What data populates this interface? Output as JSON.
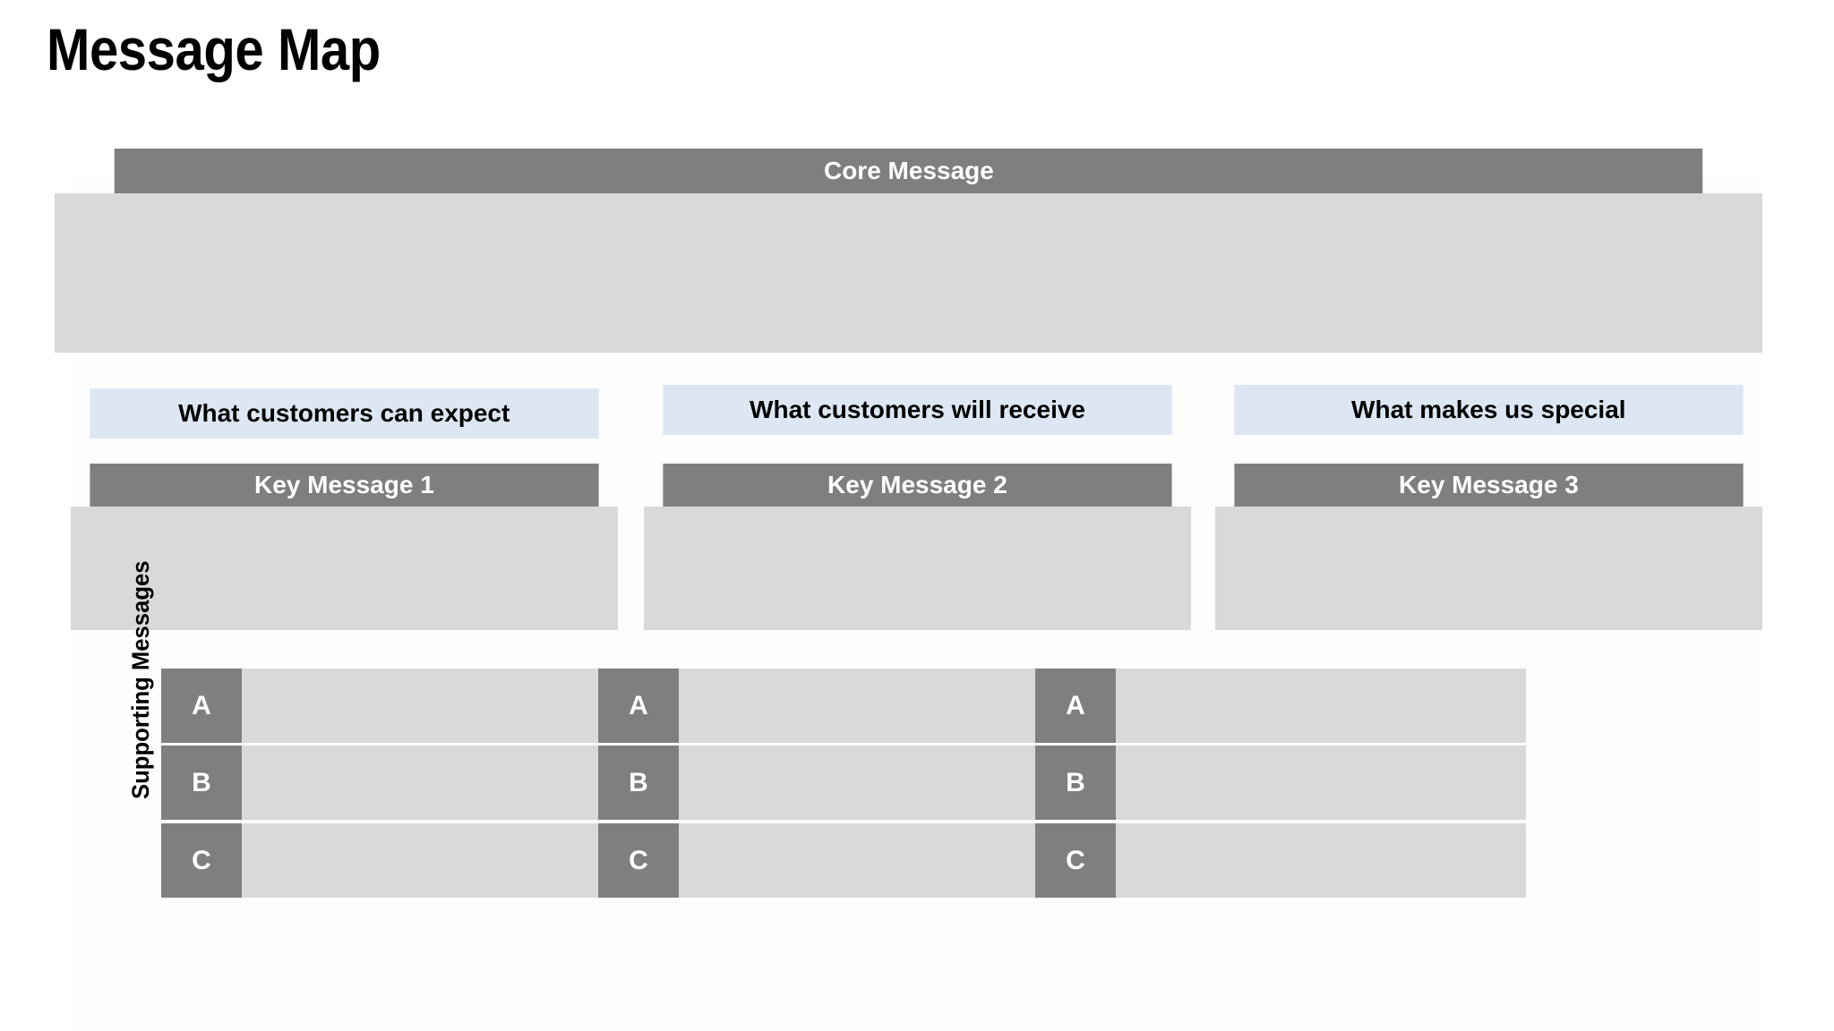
{
  "page": {
    "title": "Message Map",
    "background_color": "#ffffff"
  },
  "palette": {
    "header_gray": "#7f7f7f",
    "body_gray": "#d9d9d9",
    "header_blue": "#dce7f3",
    "text_white": "#ffffff",
    "text_black": "#000000"
  },
  "core": {
    "header_label": "Core Message",
    "body_text": ""
  },
  "columns": [
    {
      "audience_label": "What customers can expect",
      "key_label": "Key Message 1",
      "key_body_text": "",
      "supporting": [
        {
          "badge": "A",
          "text": ""
        },
        {
          "badge": "B",
          "text": ""
        },
        {
          "badge": "C",
          "text": ""
        }
      ]
    },
    {
      "audience_label": "What customers will receive",
      "key_label": "Key Message 2",
      "key_body_text": "",
      "supporting": [
        {
          "badge": "A",
          "text": ""
        },
        {
          "badge": "B",
          "text": ""
        },
        {
          "badge": "C",
          "text": ""
        }
      ]
    },
    {
      "audience_label": "What makes us special",
      "key_label": "Key Message 3",
      "key_body_text": "",
      "supporting": [
        {
          "badge": "A",
          "text": ""
        },
        {
          "badge": "B",
          "text": ""
        },
        {
          "badge": "C",
          "text": ""
        }
      ]
    }
  ],
  "supporting_section": {
    "axis_label": "Supporting Messages"
  }
}
